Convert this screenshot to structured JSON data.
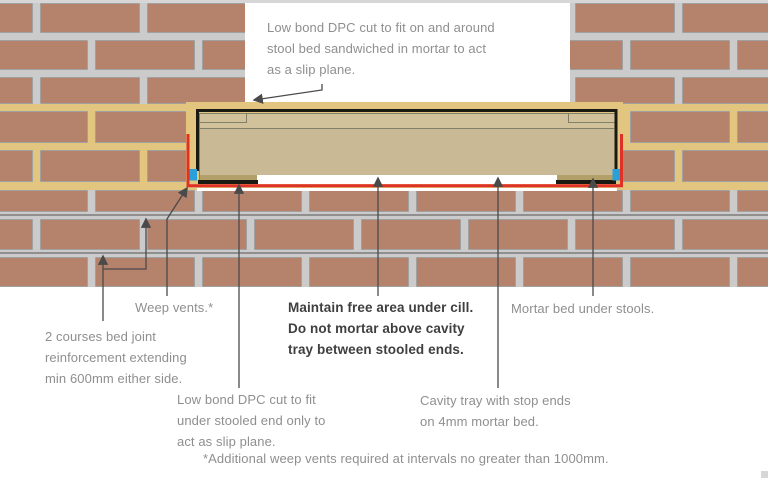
{
  "diagram": {
    "callout": "Low bond DPC cut to fit on and around\nstool bed sandwiched in mortar to act\nas a slip plane.",
    "labels": {
      "weep_vents": "Weep vents.*",
      "bed_joint": "2 courses bed joint\nreinforcement extending\nmin 600mm either side.",
      "maintain": "Maintain free area under cill.\nDo not mortar above cavity\ntray between stooled ends.",
      "mortar_bed": "Mortar bed under stools.",
      "low_bond_under": "Low bond DPC cut to fit\nunder stooled end only to\nact as slip plane.",
      "cavity_tray": "Cavity tray with stop ends\non 4mm mortar bed.",
      "footnote": "*Additional weep vents required at intervals no greater than 1000mm."
    },
    "colors": {
      "brick": "#b5826b",
      "brick_outline": "#a0a0a0",
      "mortar_gray": "#cbcbcb",
      "mortar_tan": "#e2c57e",
      "cill_body": "#c9b994",
      "cill_top_band": "#d1c29c",
      "cill_outline": "#80806b",
      "mortar_bed_stool": "#b3a068",
      "dpc_black": "#1a1a12",
      "cavity_tray_red": "#e03127",
      "stop_end_blue": "#2a9fd8",
      "reinforcement": "#8f8f8f",
      "leader": "#4a4a4a",
      "label_text": "#8f8f8f",
      "bold_text": "#3f3f3f",
      "top_border": "#d6d6d6"
    }
  }
}
